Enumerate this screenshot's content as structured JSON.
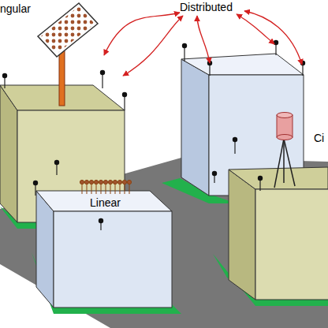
{
  "diagram": {
    "labels": [
      "ngular",
      "Distributed",
      "Linear",
      "Ci"
    ]
  }
}
